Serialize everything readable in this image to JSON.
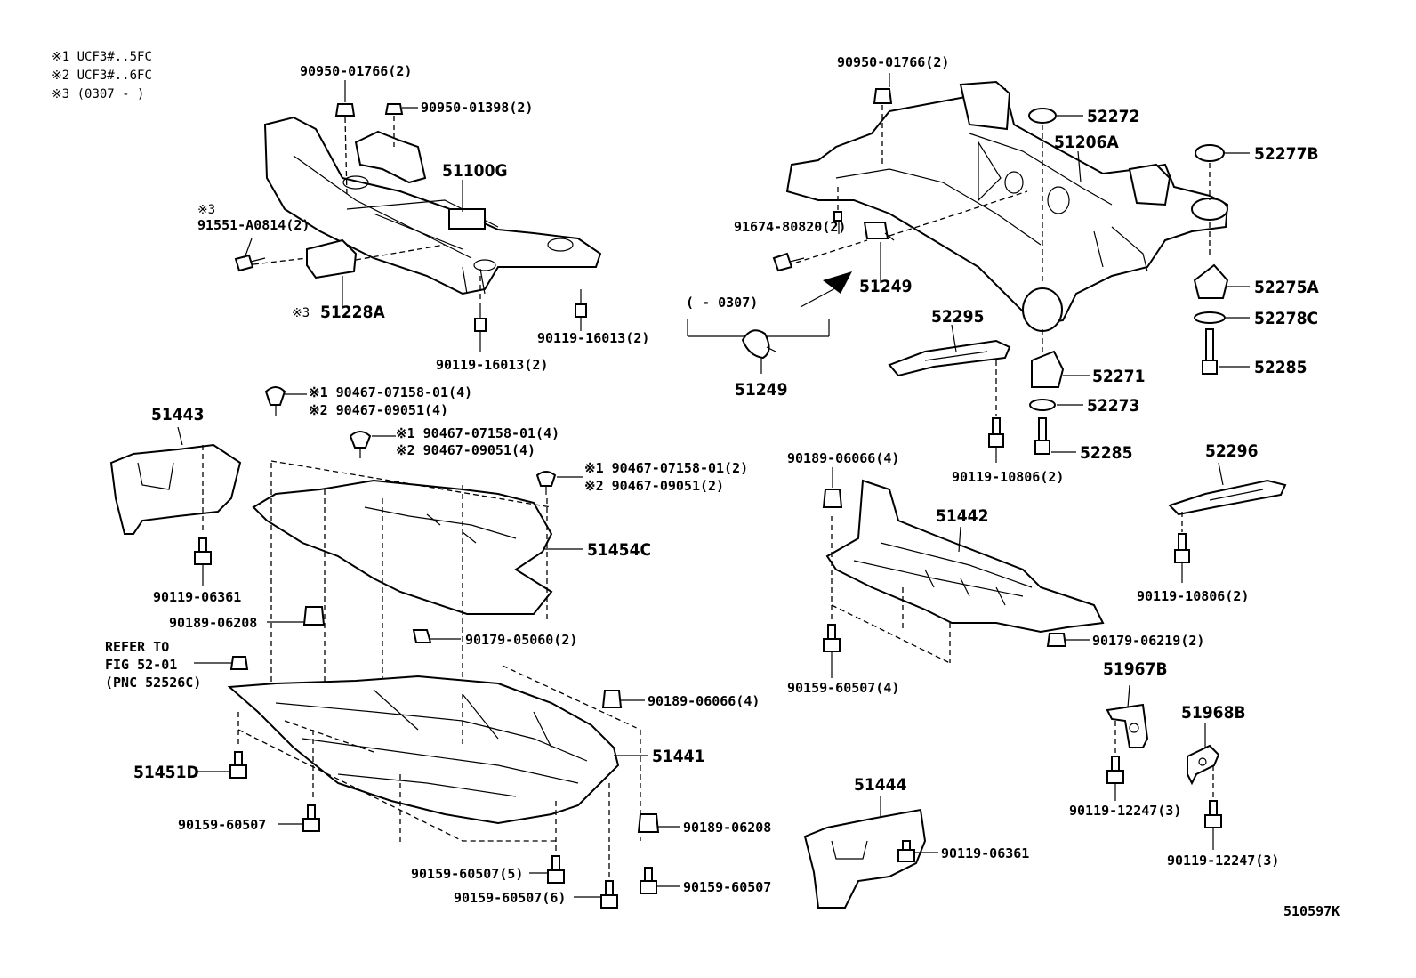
{
  "notes": {
    "n1": "※1 UCF3#..5FC",
    "n2": "※2 UCF3#..6FC",
    "n3": "※3 (0307 -        )"
  },
  "labels": {
    "p90950_01766_l": "90950-01766(2)",
    "p90950_01398": "90950-01398(2)",
    "p51100G": "51100G",
    "p91551_pre": "※3",
    "p91551": "91551-A0814(2)",
    "p51228A_pre": "※3",
    "p51228A": "51228A",
    "p90119_16013_a": "90119-16013(2)",
    "p90119_16013_b": "90119-16013(2)",
    "p90950_01766_r": "90950-01766(2)",
    "p52272": "52272",
    "p51206A": "51206A",
    "p52277B": "52277B",
    "p91674": "91674-80820(2)",
    "p51249_a": "51249",
    "p0307": "(       - 0307)",
    "p51249_b": "51249",
    "p52295": "52295",
    "p52275A": "52275A",
    "p52278C": "52278C",
    "p52271": "52271",
    "p52285_a": "52285",
    "p52273": "52273",
    "p52285_b": "52285",
    "p90119_10806_a": "90119-10806(2)",
    "p52296": "52296",
    "p51443": "51443",
    "c1a": "※1 90467-07158-01(4)",
    "c1b": "※2 90467-09051(4)",
    "c2a": "※1 90467-07158-01(4)",
    "c2b": "※2 90467-09051(4)",
    "c3a": "※1 90467-07158-01(2)",
    "c3b": "※2 90467-09051(2)",
    "p51454C": "51454C",
    "p90119_06361_a": "90119-06361",
    "p90189_06208_a": "90189-06208",
    "p90179_05060": "90179-05060(2)",
    "refer1": "REFER TO",
    "refer2": "FIG 52-01",
    "refer3": "(PNC 52526C)",
    "p90189_06066_a": "90189-06066(4)",
    "p51441": "51441",
    "p51451D": "51451D",
    "p90159_60507_a": "90159-60507",
    "p90189_06208_b": "90189-06208",
    "p90159_60507_5": "90159-60507(5)",
    "p90159_60507_6": "90159-60507(6)",
    "p90159_60507_b": "90159-60507",
    "p90189_06066_b": "90189-06066(4)",
    "p51442": "51442",
    "p90159_60507_4": "90159-60507(4)",
    "p90179_06219": "90179-06219(2)",
    "p90119_10806_b": "90119-10806(2)",
    "p51967B": "51967B",
    "p51968B": "51968B",
    "p90119_12247_a": "90119-12247(3)",
    "p90119_12247_b": "90119-12247(3)",
    "p51444": "51444",
    "p90119_06361_b": "90119-06361",
    "figure_code": "510597K"
  }
}
